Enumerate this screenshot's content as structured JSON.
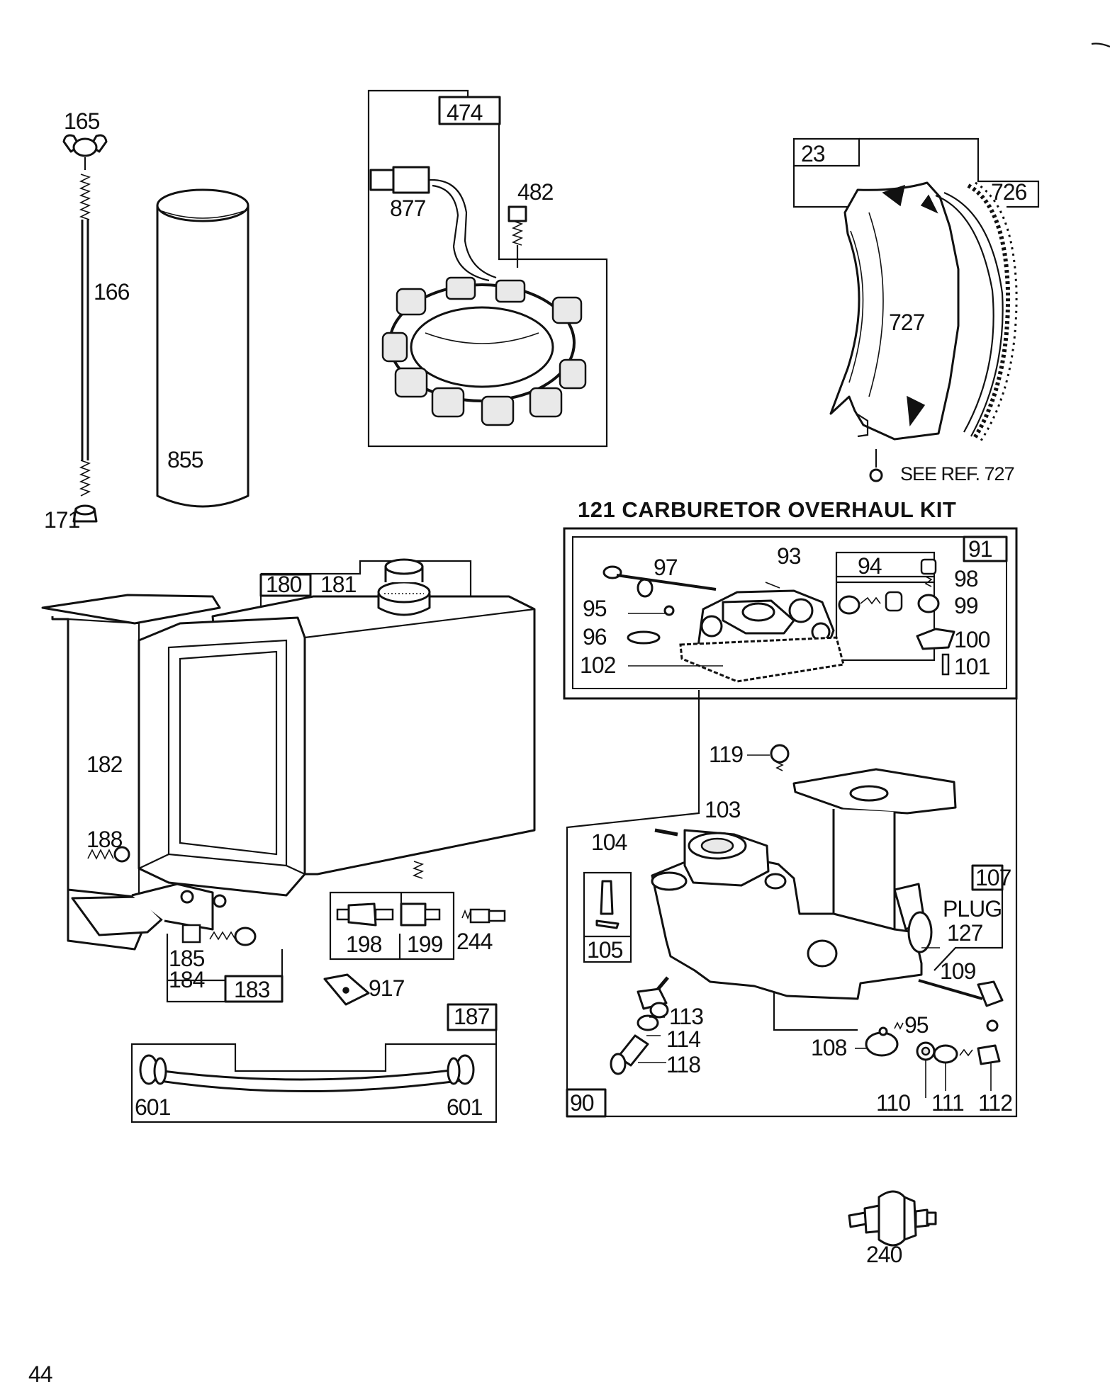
{
  "title": "121 CARBURETOR OVERHAUL KIT",
  "see_ref": "SEE REF. 727",
  "plug_text": "PLUG",
  "page_number": "44",
  "labels": {
    "l165": "165",
    "l166": "166",
    "l171": "171",
    "l855": "855",
    "l474": "474",
    "l877": "877",
    "l482": "482",
    "l23": "23",
    "l726": "726",
    "l727": "727",
    "l180": "180",
    "l181": "181",
    "l182": "182",
    "l188": "188",
    "l185": "185",
    "l184": "184",
    "l183": "183",
    "l198": "198",
    "l199": "199",
    "l244": "244",
    "l917": "917",
    "l187": "187",
    "l601a": "601",
    "l601b": "601",
    "l91": "91",
    "l97": "97",
    "l93": "93",
    "l94": "94",
    "l98": "98",
    "l95a": "95",
    "l99": "99",
    "l96": "96",
    "l100": "100",
    "l102": "102",
    "l101": "101",
    "l119": "119",
    "l103": "103",
    "l104": "104",
    "l107": "107",
    "l127": "127",
    "l105": "105",
    "l109": "109",
    "l113": "113",
    "l95b": "95",
    "l114": "114",
    "l108": "108",
    "l118": "118",
    "l110": "110",
    "l111": "111",
    "l112": "112",
    "l90": "90",
    "l240": "240"
  }
}
